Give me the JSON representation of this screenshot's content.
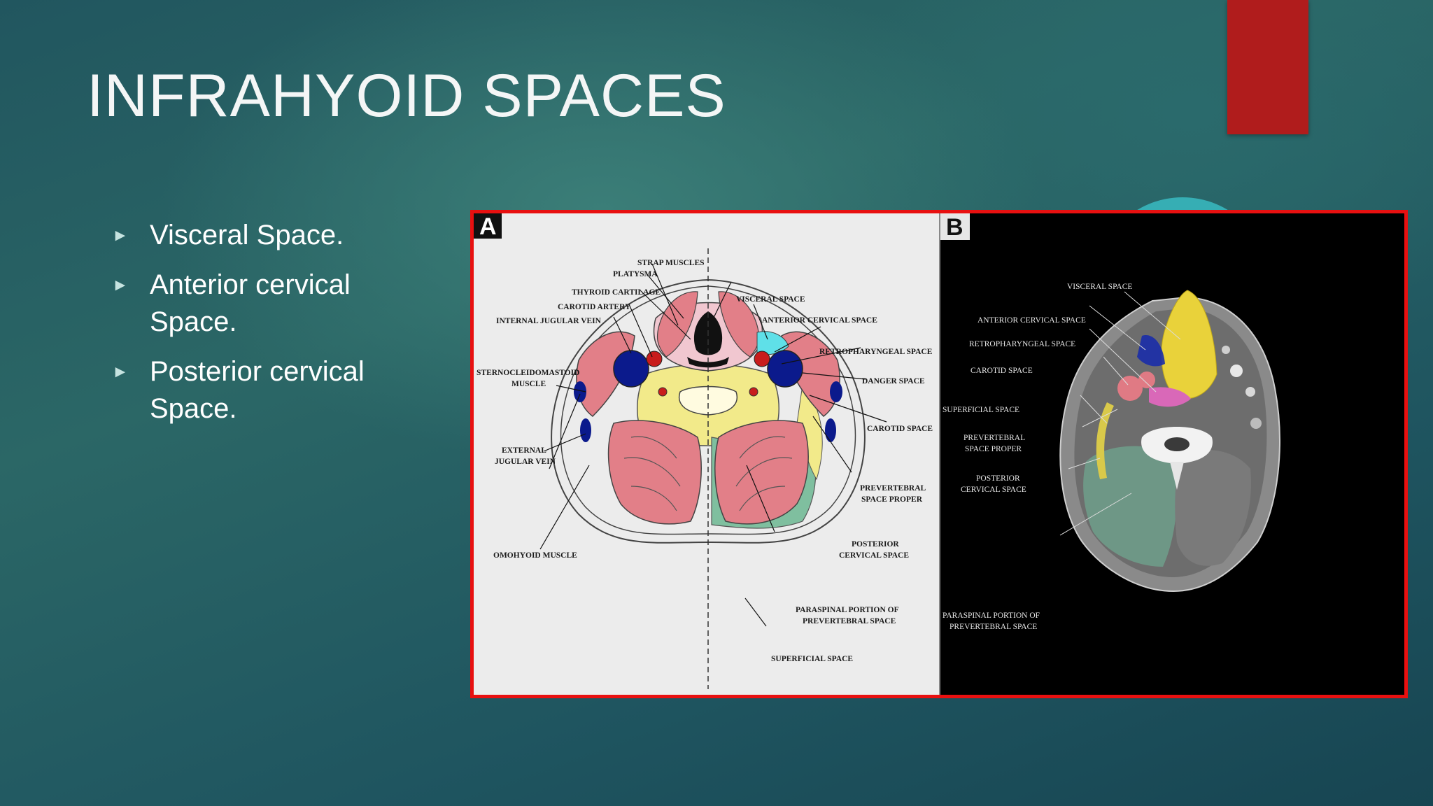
{
  "slide": {
    "title": "INFRAHYOID SPACES",
    "accent_color": "#b01c1c",
    "bullet_icon": "triangle-right-icon",
    "bullets": [
      {
        "line1": "Visceral Space.",
        "line2": ""
      },
      {
        "line1": "Anterior cervical",
        "line2": "Space."
      },
      {
        "line1": "Posterior cervical",
        "line2": "Space."
      }
    ]
  },
  "figure": {
    "border_color": "#e81010",
    "panel_a": {
      "letter": "A",
      "labels": {
        "strap": "STRAP MUSCLES",
        "platysma": "PLATYSMA",
        "thyroid": "THYROID CARTILAGE",
        "carotid_artery": "CAROTID ARTERY",
        "ijv": "INTERNAL JUGULAR VEIN",
        "scm1": "STERNOCLEIDOMASTOID",
        "scm2": "MUSCLE",
        "ejv1": "EXTERNAL",
        "ejv2": "JUGULAR VEIN",
        "omohyoid": "OMOHYOID MUSCLE",
        "visceral": "VISCERAL SPACE",
        "anterior": "ANTERIOR CERVICAL SPACE",
        "retro": "RETROPHARYNGEAL SPACE",
        "danger": "DANGER SPACE",
        "carotid_space": "CAROTID SPACE",
        "prev1": "PREVERTEBRAL",
        "prev2": "SPACE PROPER",
        "post1": "POSTERIOR",
        "post2": "CERVICAL SPACE",
        "para1": "PARASPINAL PORTION OF",
        "para2": "PREVERTEBRAL SPACE",
        "superficial": "SUPERFICIAL SPACE"
      }
    },
    "panel_b": {
      "letter": "B",
      "labels": {
        "visceral": "VISCERAL SPACE",
        "anterior": "ANTERIOR CERVICAL SPACE",
        "retro": "RETROPHARYNGEAL SPACE",
        "carotid": "CAROTID SPACE",
        "superficial": "SUPERFICIAL SPACE",
        "prev1": "PREVERTEBRAL",
        "prev2": "SPACE PROPER",
        "post1": "POSTERIOR",
        "post2": "CERVICAL SPACE",
        "para1": "PARASPINAL PORTION OF",
        "para2": "PREVERTEBRAL SPACE"
      }
    }
  }
}
